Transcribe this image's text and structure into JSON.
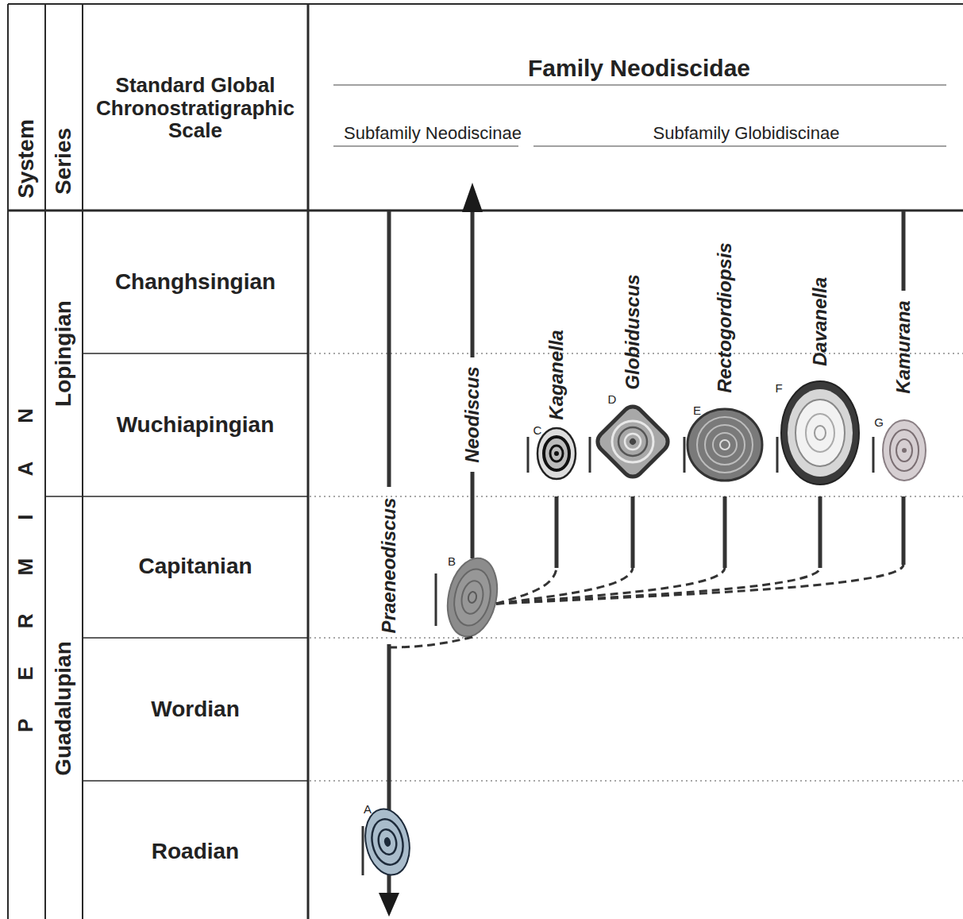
{
  "diagram": {
    "nodes": [
      {
        "text": [
          "Praeneodiscus"
        ]
      },
      {
        "text": [
          "Neodiscus"
        ]
      },
      {
        "text": [
          "Kaganella"
        ]
      },
      {
        "text": [
          "Globiduscus"
        ]
      },
      {
        "text": [
          "Rectogordiopsis"
        ]
      },
      {
        "text": [
          "Davanella"
        ]
      },
      {
        "text": [
          "Kamurana"
        ]
      }
    ],
    "edges": [
      {
        "from": 0,
        "to": 1,
        "arrow": "none"
      },
      {
        "from": 1,
        "to": 2,
        "arrow": "none"
      },
      {
        "from": 1,
        "to": 3,
        "arrow": "none"
      },
      {
        "from": 1,
        "to": 4,
        "arrow": "none"
      },
      {
        "from": 1,
        "to": 5,
        "arrow": "none"
      },
      {
        "from": 1,
        "to": 6,
        "arrow": "none"
      }
    ],
    "labels": [
      "System",
      "Series",
      "Standard Global Chronostratigraphic Scale",
      "Family Neodiscidae",
      "Subfamily Neodiscinae",
      "Subfamily Globidiscinae",
      "PERMIAN",
      "Lopingian",
      "Guadalupian",
      "Changhsingian",
      "Wuchiapingian",
      "Capitanian",
      "Wordian",
      "Roadian",
      "A",
      "B",
      "C",
      "D",
      "E",
      "F",
      "G"
    ]
  }
}
